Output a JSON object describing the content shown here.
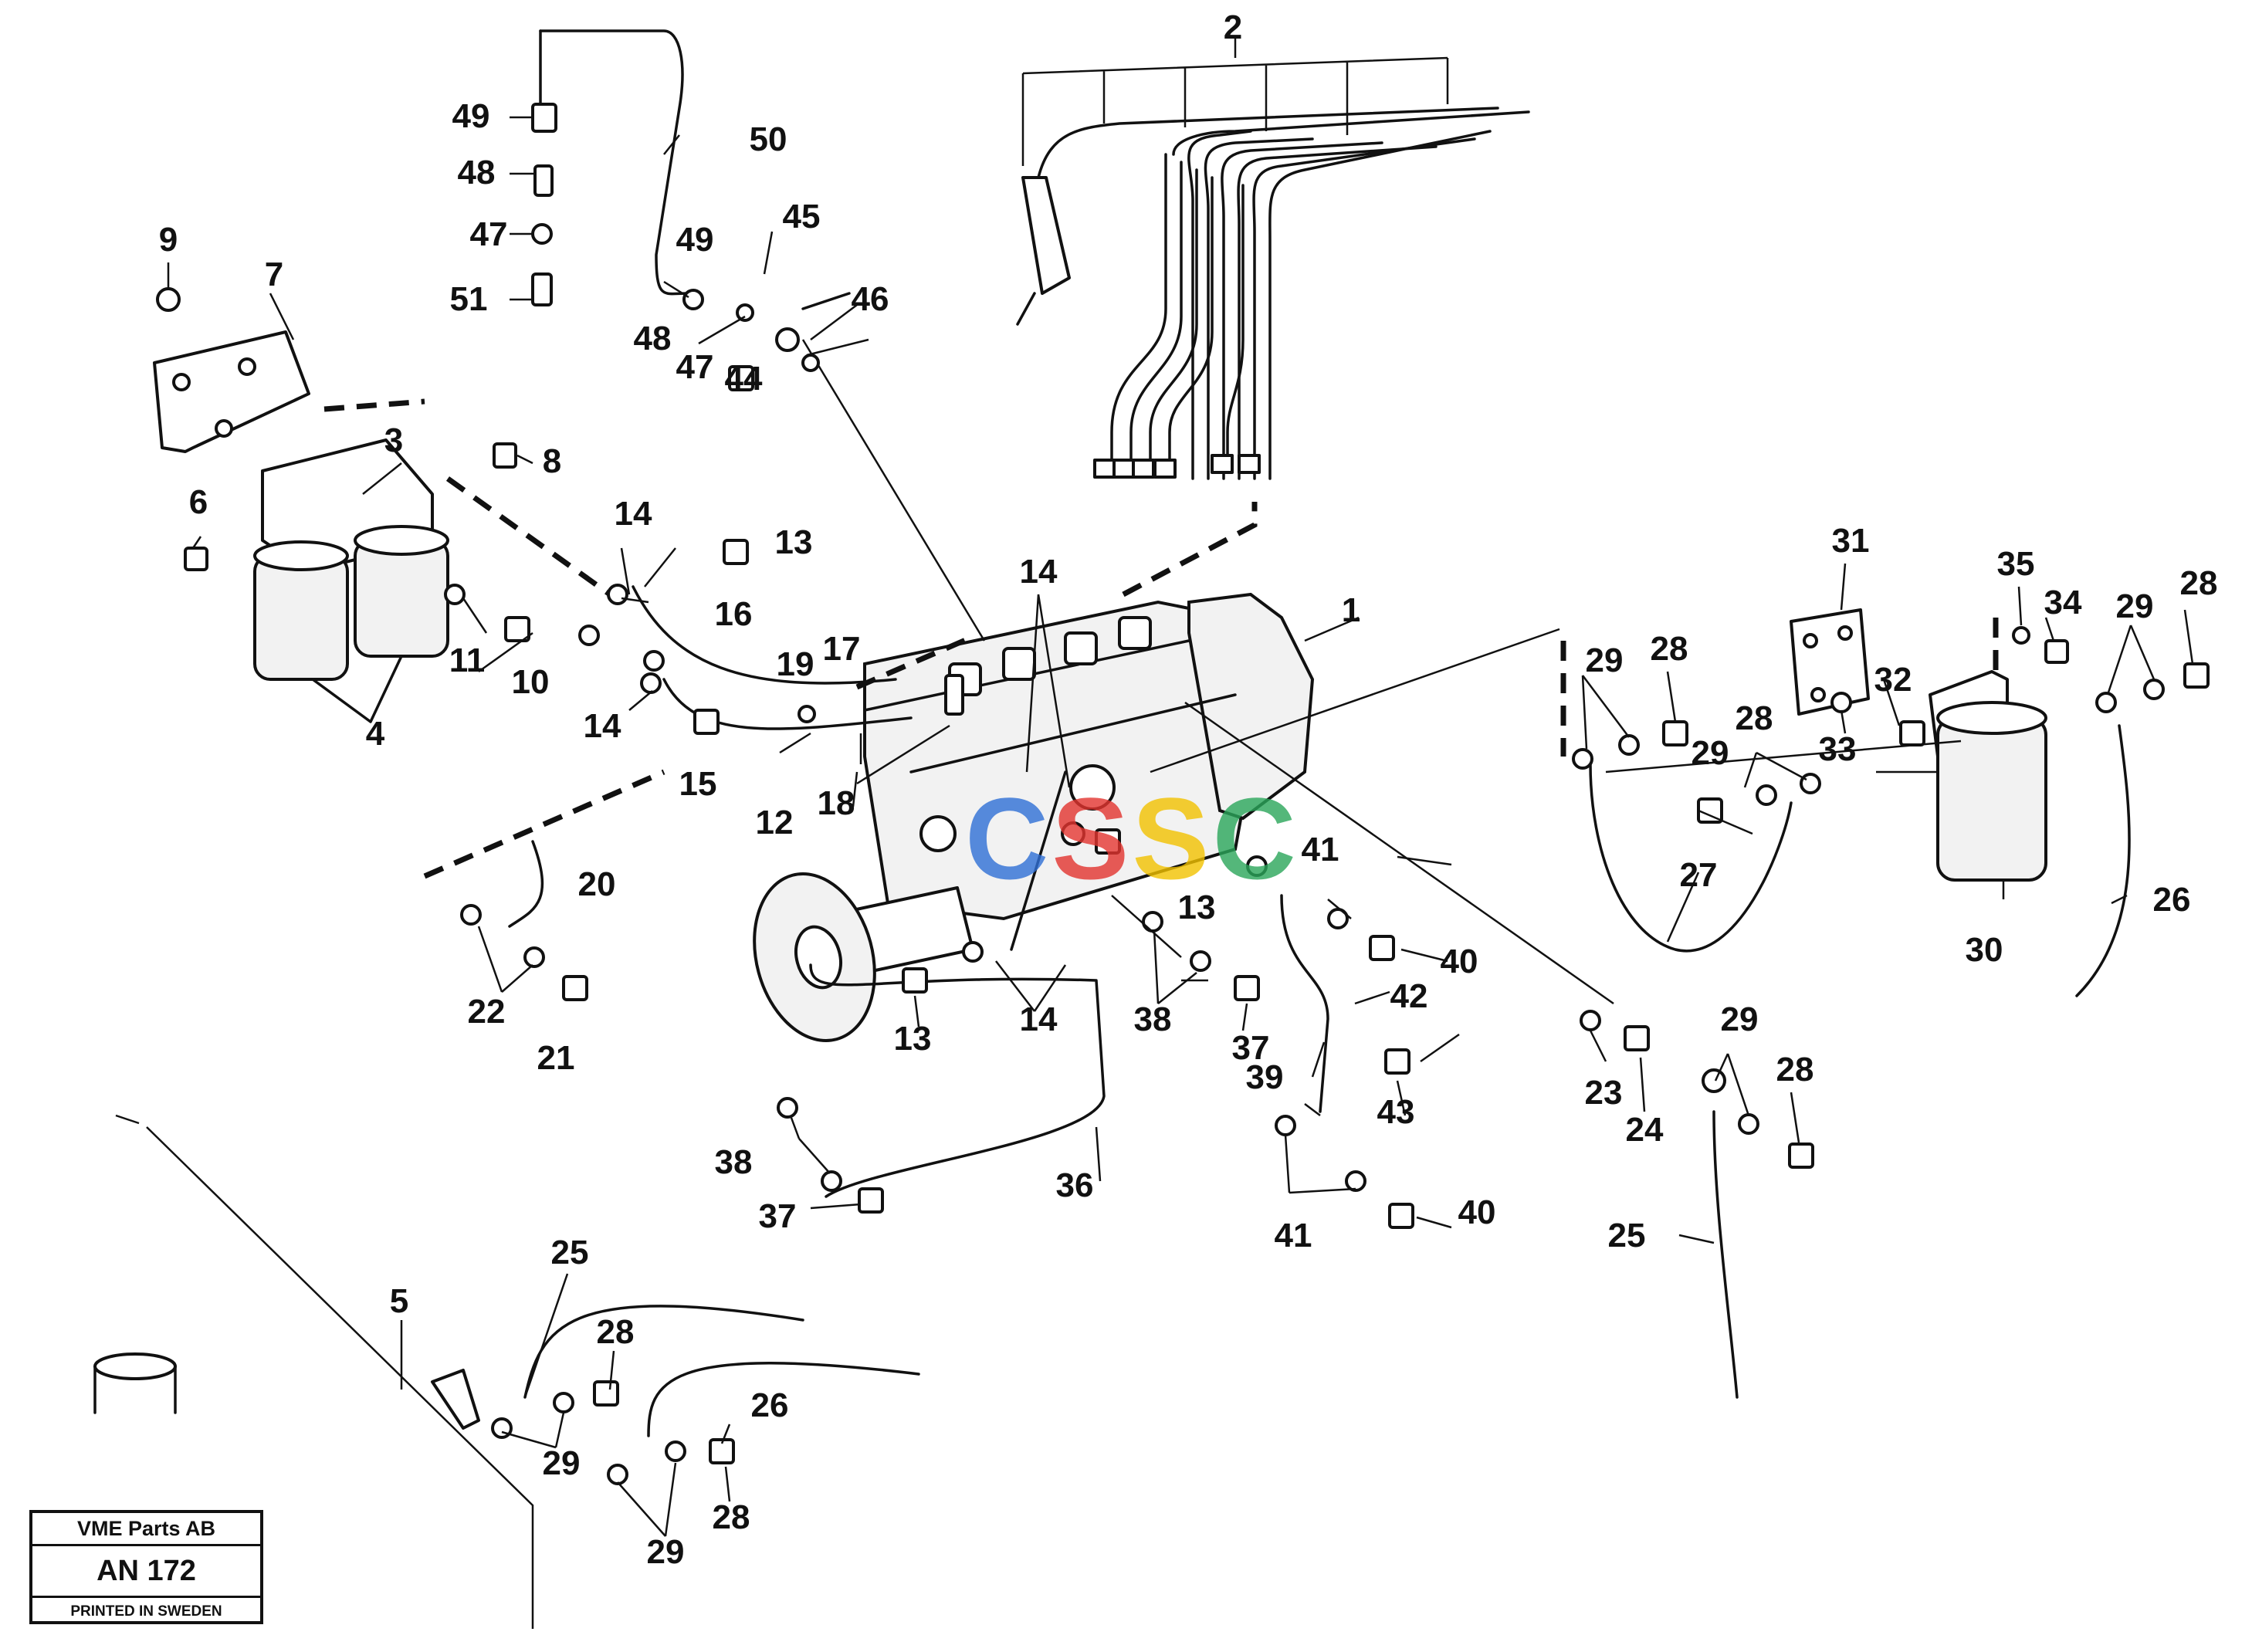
{
  "callouts": {
    "n1": "1",
    "n2": "2",
    "n3": "3",
    "n4": "4",
    "n5": "5",
    "n6": "6",
    "n7": "7",
    "n8": "8",
    "n9": "9",
    "n10": "10",
    "n11": "11",
    "n12": "12",
    "n13": "13",
    "n14": "14",
    "n15": "15",
    "n16": "16",
    "n17": "17",
    "n18": "18",
    "n19": "19",
    "n20": "20",
    "n21": "21",
    "n22": "22",
    "n23": "23",
    "n24": "24",
    "n25": "25",
    "n26": "26",
    "n27": "27",
    "n28": "28",
    "n29": "29",
    "n30": "30",
    "n31": "31",
    "n32": "32",
    "n33": "33",
    "n34": "34",
    "n35": "35",
    "n36": "36",
    "n37": "37",
    "n38": "38",
    "n39": "39",
    "n40": "40",
    "n41": "41",
    "n42": "42",
    "n43": "43",
    "n44": "44",
    "n45": "45",
    "n46": "46",
    "n47": "47",
    "n48": "48",
    "n49": "49",
    "n50": "50",
    "n51": "51"
  },
  "title_block": {
    "company": "VME Parts AB",
    "drawing_number": "AN 172",
    "printed": "PRINTED IN SWEDEN"
  },
  "watermark": [
    "C",
    "S",
    "S",
    "C"
  ]
}
